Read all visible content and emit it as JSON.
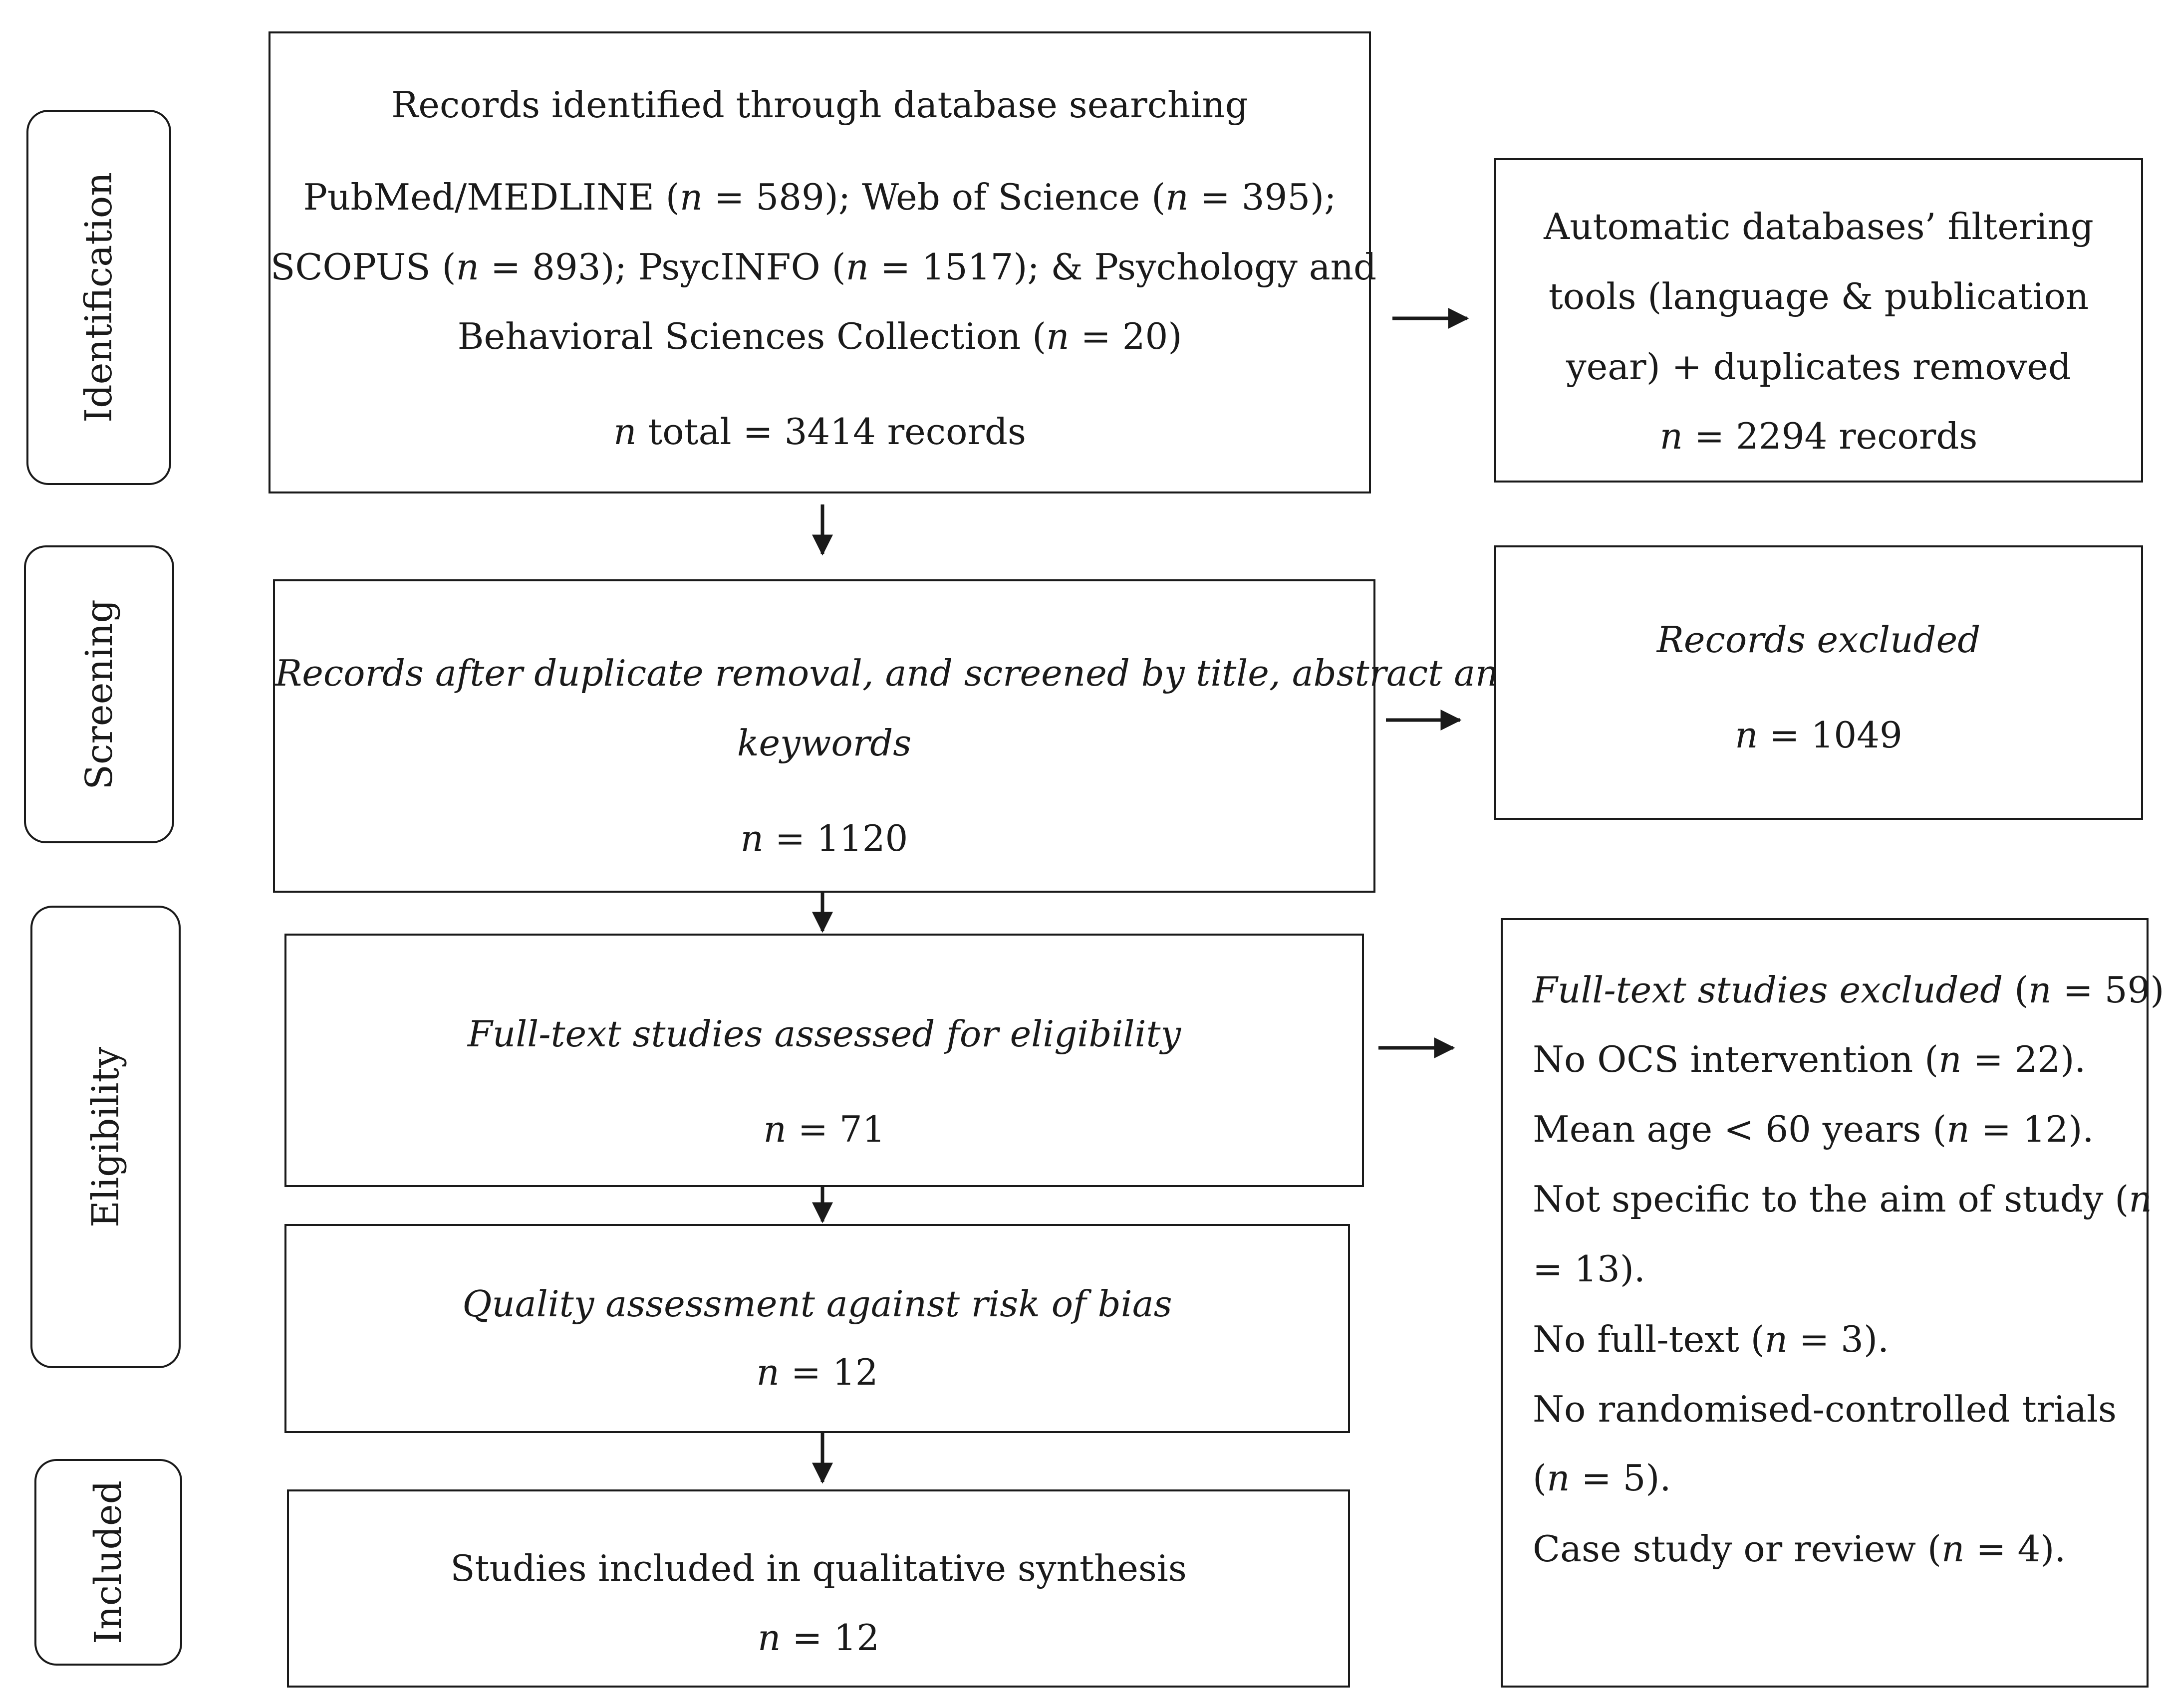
{
  "stages": {
    "identification": "Identification",
    "screening": "Screening",
    "eligibility": "Eligibility",
    "included": "Included"
  },
  "identified": {
    "title": "Records identified through database searching",
    "l1_a": "PubMed/MEDLINE (",
    "l1_n1": "n",
    "l1_b": " = 589); Web of Science (",
    "l1_n2": "n",
    "l1_c": " = 395);",
    "l2_a": "SCOPUS (",
    "l2_n1": "n",
    "l2_b": " = 893); PsycINFO (",
    "l2_n2": "n",
    "l2_c": " = 1517); & Psychology and",
    "l3_a": "Behavioral Sciences Collection (",
    "l3_n": "n",
    "l3_b": " = 20)",
    "total_n": "n",
    "total_rest": " total = 3414 records"
  },
  "auto_filter": {
    "l1": "Automatic databases’ filtering",
    "l2": "tools (language & publication",
    "l3": "year) + duplicates removed",
    "n": "n",
    "rest": " = 2294 records"
  },
  "screened": {
    "l1": "Records after duplicate removal, and screened by title, abstract and",
    "l2": "keywords",
    "n": "n",
    "rest": " = 1120"
  },
  "records_excluded": {
    "title": "Records excluded",
    "n": "n",
    "rest": " = 1049"
  },
  "fulltext": {
    "title": "Full-text studies assessed for eligibility",
    "n": "n",
    "rest": " = 71"
  },
  "quality": {
    "title": "Quality assessment against risk of bias",
    "n": "n",
    "rest": " = 12"
  },
  "included_box": {
    "title": "Studies included in qualitative synthesis",
    "n": "n",
    "rest": " = 12"
  },
  "fulltext_excluded": {
    "h_ital": "Full-text studies excluded",
    "h_a": " (",
    "h_n": "n",
    "h_b": " = 59)",
    "r1_a": "No OCS intervention (",
    "r1_n": "n",
    "r1_b": " = 22).",
    "r2_a": "Mean age < 60 years (",
    "r2_n": "n",
    "r2_b": " = 12).",
    "r3_a": "Not specific to the aim of study (",
    "r3_n": "n",
    "r3c_b": "= 13).",
    "r4_a": "No full-text (",
    "r4_n": "n",
    "r4_b": " = 3).",
    "r5_w1": "No",
    "r5_w2": "randomised-controlled",
    "r5_w3": "trials",
    "r5c_a": "(",
    "r5c_n": "n",
    "r5c_b": " = 5).",
    "r6_a": "Case study or review (",
    "r6_n": "n",
    "r6_b": " = 4)."
  }
}
